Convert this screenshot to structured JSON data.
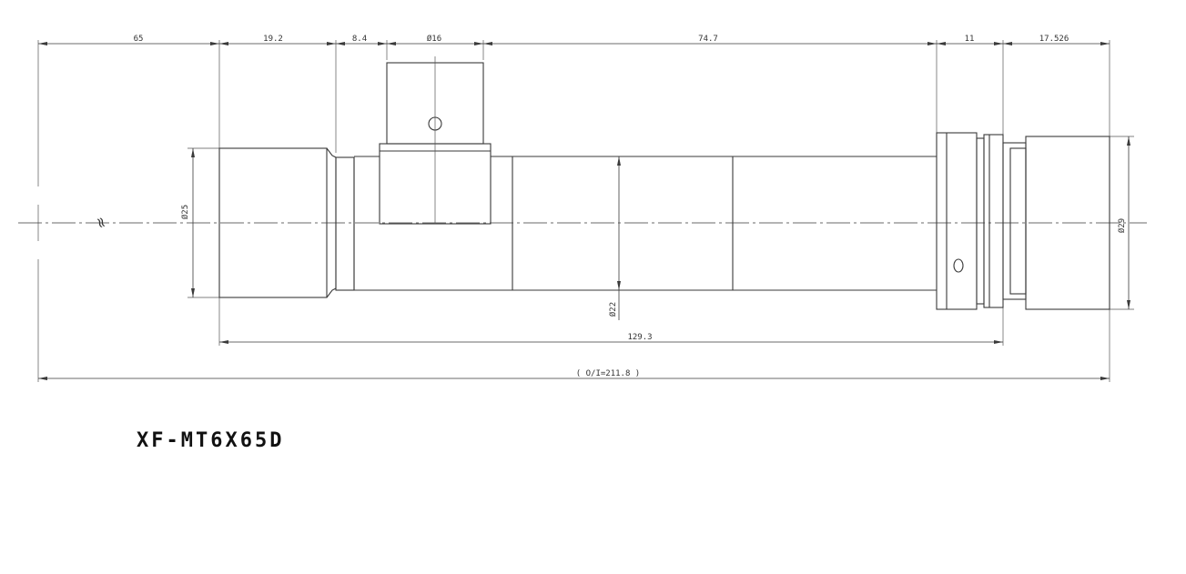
{
  "drawing": {
    "dimensions": {
      "d65": "65",
      "d19_2": "19.2",
      "d8_4": "8.4",
      "dia16": "Ø16",
      "d74_7": "74.7",
      "d11": "11",
      "d17_526": "17.526",
      "dia25": "Ø25",
      "dia22": "Ø22",
      "dia29": "Ø29",
      "d129_3": "129.3",
      "total": "( O/I=211.8 )"
    },
    "break_symbol": "≈",
    "model_label": "XF-MT6X65D"
  },
  "colors": {
    "line": "#3a3a3a",
    "background": "#ffffff"
  }
}
